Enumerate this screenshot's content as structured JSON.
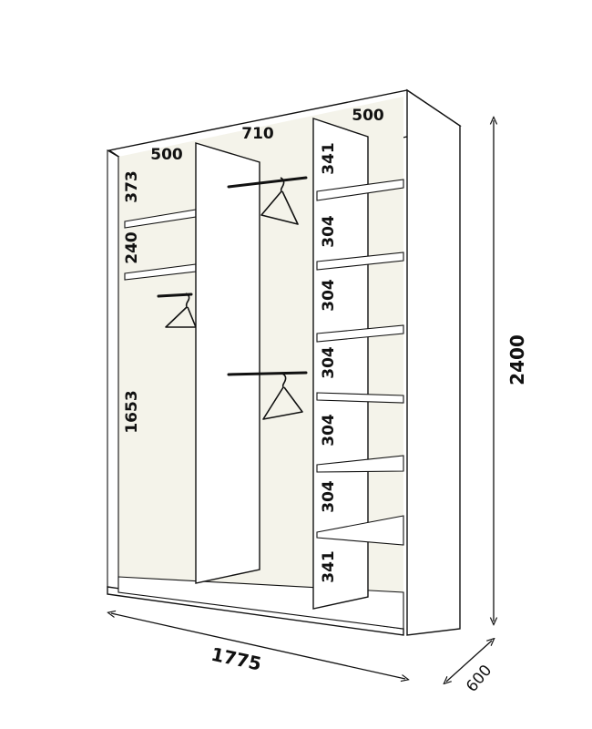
{
  "diagram": {
    "top_depth_left": "500",
    "top_middle": "710",
    "top_depth_right": "500",
    "left_section": [
      "373",
      "240",
      "1653"
    ],
    "right_section": [
      "341",
      "304",
      "304",
      "304",
      "304",
      "304",
      "341"
    ],
    "total_height": "2400",
    "total_width": "1775",
    "total_depth": "600",
    "colors": {
      "line": "#111111",
      "inner": "#f4f3ea",
      "background": "#ffffff"
    }
  }
}
